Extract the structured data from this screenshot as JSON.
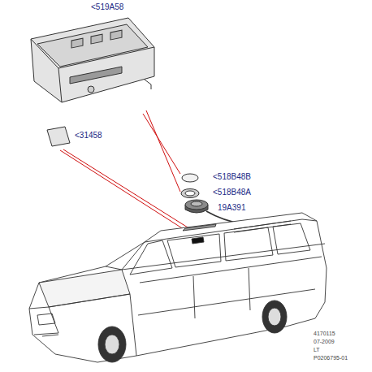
{
  "diagram": {
    "labels": [
      "<519A58",
      "<518B48B",
      "<518B48A",
      "19A391",
      "<31458",
      "4170115",
      "07-2009",
      "LT",
      "P0206795-01"
    ]
  }
}
